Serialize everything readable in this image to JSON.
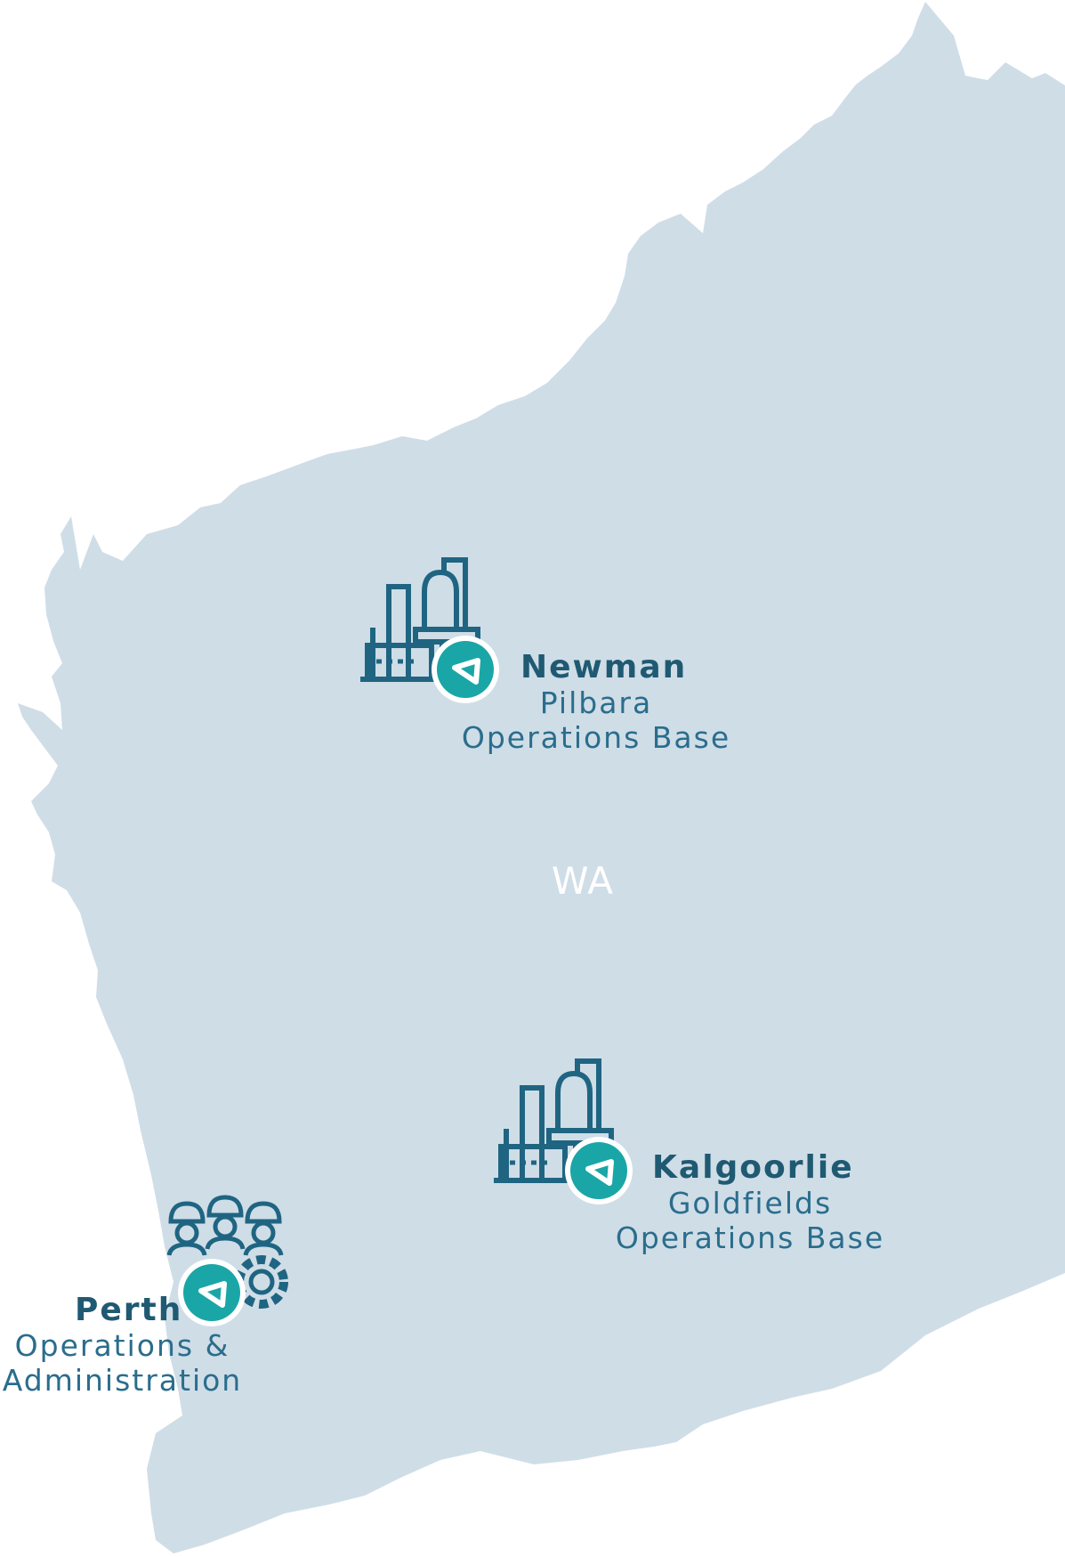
{
  "map": {
    "region_label": "WA",
    "colors": {
      "land": "#cfdde7",
      "region_label": "#ffffff",
      "icon_stroke": "#1f6582",
      "text_dark": "#1f5a72",
      "text_sub": "#2a6d8c",
      "badge": "#1aa6a6",
      "badge_ring": "#ffffff"
    }
  },
  "locations": [
    {
      "id": "newman",
      "name": "Newman",
      "line1": "Pilbara",
      "line2": "Operations Base",
      "icon": "refinery-icon"
    },
    {
      "id": "kalgoorlie",
      "name": "Kalgoorlie",
      "line1": "Goldfields",
      "line2": "Operations Base",
      "icon": "refinery-icon"
    },
    {
      "id": "perth",
      "name": "Perth",
      "line1": "Operations &",
      "line2": "Administration",
      "icon": "workers-gear-icon"
    }
  ]
}
